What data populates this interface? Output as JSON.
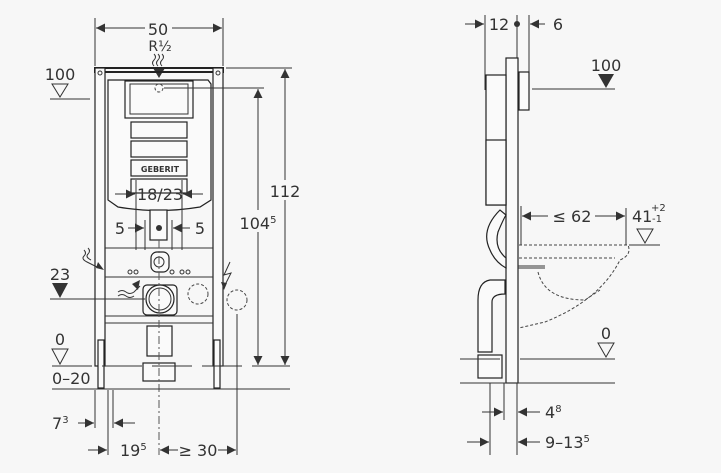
{
  "front_view": {
    "width": "50",
    "supply": "R½",
    "level_top": "100",
    "height_total": "112",
    "height_supply_main": "104",
    "height_supply_sup": "5",
    "flush_width": "18/23",
    "offset_left": "5",
    "offset_right": "5",
    "level_drain": "23",
    "level_floor": "0",
    "floor_range": "0–20",
    "side_offset_main": "7",
    "side_offset_sup": "3",
    "drain_offset_main": "19",
    "drain_offset_sup": "5",
    "socket_distance": "≥ 30",
    "brand": "GEBERIT"
  },
  "side_view": {
    "depth_back": "12",
    "depth_front": "6",
    "level_top": "100",
    "bowl_projection": "≤ 62",
    "seat_height": "41",
    "seat_tol_plus": "+2",
    "seat_tol_minus": "-1",
    "level_floor": "0",
    "frame_depth_main": "4",
    "frame_depth_sup": "8",
    "wall_range_main": "9–13",
    "wall_range_sup": "5"
  }
}
